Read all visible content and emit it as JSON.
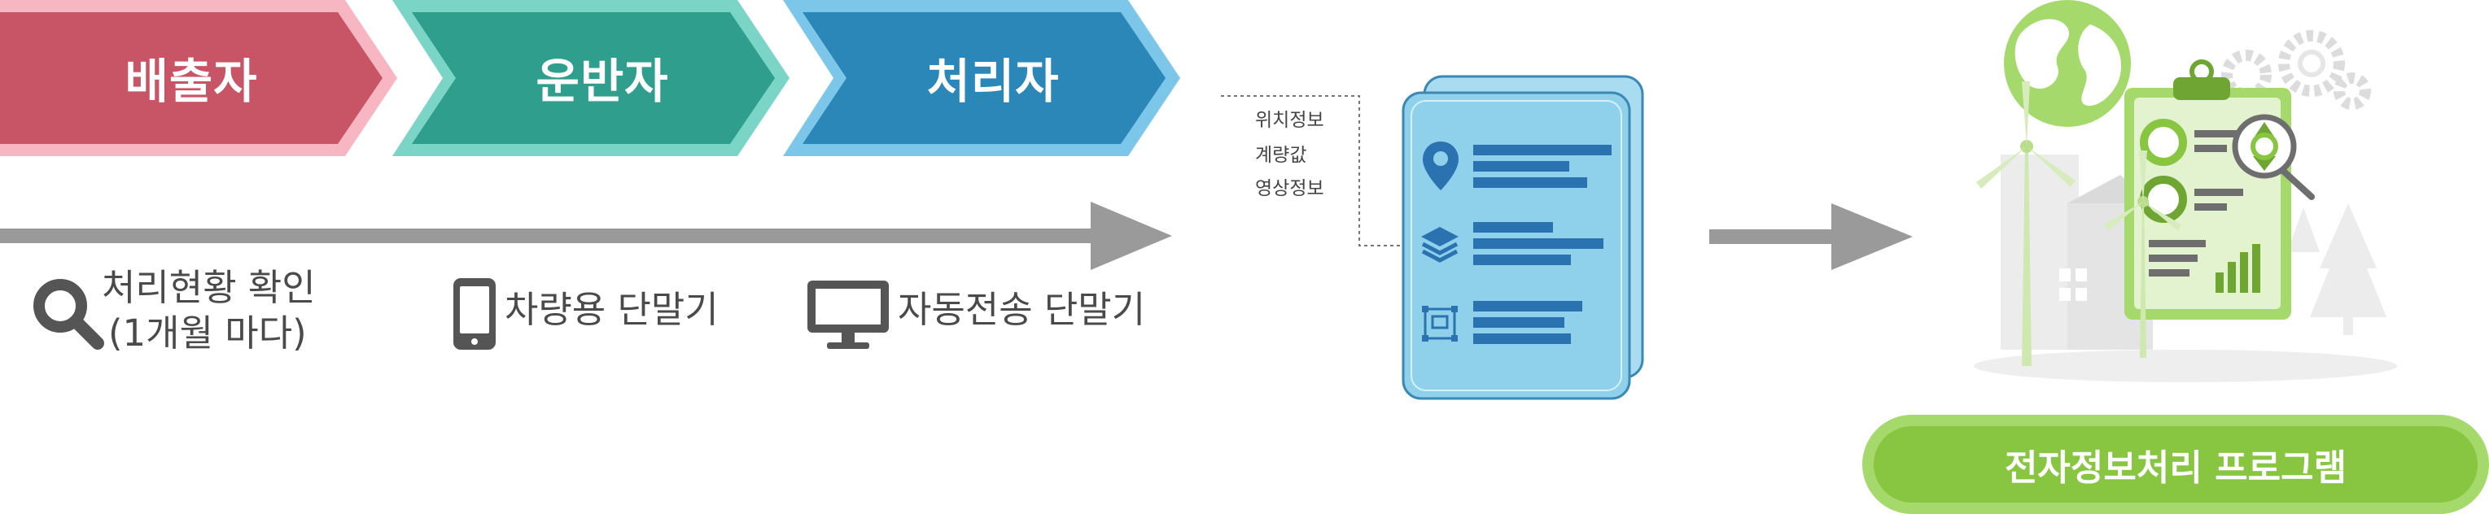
{
  "steps": [
    {
      "label": "배출자",
      "color": "#c75565",
      "border": "#f6b6c2"
    },
    {
      "label": "운반자",
      "color": "#2f9e8d",
      "border": "#7ad5c6"
    },
    {
      "label": "처리자",
      "color": "#2b87b8",
      "border": "#7cc6ea"
    }
  ],
  "tools": {
    "search": {
      "line1": "처리현황 확인",
      "line2": "(1개월 마다)",
      "icon": "search-icon"
    },
    "phone": {
      "label": "차량용 단말기",
      "icon": "smartphone-icon"
    },
    "monitor": {
      "label": "자동전송 단말기",
      "icon": "monitor-icon"
    }
  },
  "data_items": [
    "위치정보",
    "계량값",
    "영상정보"
  ],
  "document_icons": [
    "location-pin-icon",
    "layers-icon",
    "image-frame-icon"
  ],
  "program": {
    "label": "전자정보처리 프로그램"
  },
  "colors": {
    "arrow": "#9a9a9a",
    "doc": "#8fd0ea",
    "doc_border": "#3b88b4",
    "green": "#88c540"
  }
}
